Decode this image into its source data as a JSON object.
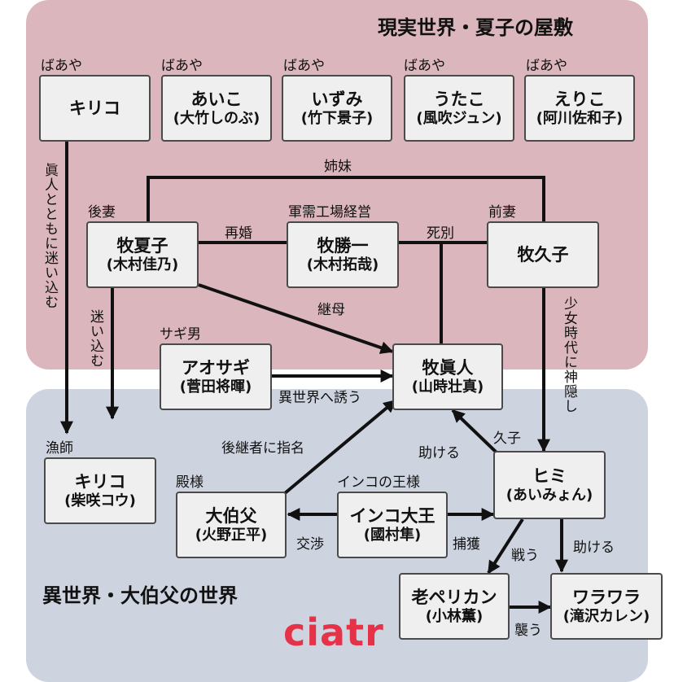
{
  "regions": {
    "top_title": "現実世界・夏子の屋敷",
    "bottom_title": "異世界・大伯父の世界"
  },
  "nodes": {
    "kiriko_maid": {
      "role": "ばあや",
      "name": "キリコ"
    },
    "aiko": {
      "role": "ばあや",
      "name": "あいこ",
      "actor": "(大竹しのぶ)"
    },
    "izumi": {
      "role": "ばあや",
      "name": "いずみ",
      "actor": "(竹下景子)"
    },
    "utako": {
      "role": "ばあや",
      "name": "うたこ",
      "actor": "(風吹ジュン)"
    },
    "eriko": {
      "role": "ばあや",
      "name": "えりこ",
      "actor": "(阿川佐和子)"
    },
    "natsuko": {
      "role": "後妻",
      "name": "牧夏子",
      "actor": "(木村佳乃)"
    },
    "shoichi": {
      "role": "軍需工場経営",
      "name": "牧勝一",
      "actor": "(木村拓哉)"
    },
    "hisako": {
      "role": "前妻",
      "name": "牧久子"
    },
    "aosagi": {
      "role": "サギ男",
      "name": "アオサギ",
      "actor": "(菅田将暉)"
    },
    "mahito": {
      "name": "牧眞人",
      "actor": "(山時壮真)"
    },
    "kiriko_fisher": {
      "role": "漁師",
      "name": "キリコ",
      "actor": "(柴咲コウ)"
    },
    "himi": {
      "role": "久子",
      "name": "ヒミ",
      "actor": "(あいみょん)"
    },
    "granduncle": {
      "role": "殿様",
      "name": "大伯父",
      "actor": "(火野正平)"
    },
    "inko_king": {
      "role": "インコの王様",
      "name": "インコ大王",
      "actor": "(國村隼)"
    },
    "pelican": {
      "name": "老ペリカン",
      "actor": "(小林薫)"
    },
    "warawara": {
      "name": "ワラワラ",
      "actor": "(滝沢カレン)"
    }
  },
  "edges": {
    "sisters": "姉妹",
    "remarriage": "再婚",
    "death_separation": "死別",
    "stepmother": "継母",
    "lure": "異世界へ誘う",
    "successor": "後継者に指名",
    "help_mahito": "助ける",
    "negotiation": "交渉",
    "capture": "捕獲",
    "fight": "戦う",
    "help_warawara": "助ける",
    "attack": "襲う",
    "kiriko_lost": "眞人とともに迷い込む",
    "natsuko_lost": "迷い込む",
    "hisako_lost": "少女時代に神隠し"
  },
  "logo": "ciatr"
}
